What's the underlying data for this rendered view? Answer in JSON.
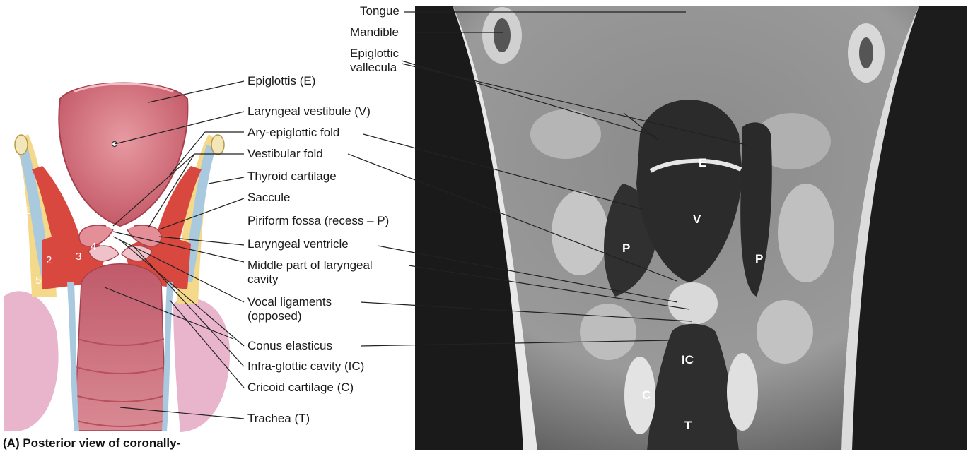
{
  "caption": "(A) Posterior view of coronally-",
  "labels": {
    "tongue": "Tongue",
    "mandible": "Mandible",
    "epiglottic_vallecula_1": "Epiglottic",
    "epiglottic_vallecula_2": "vallecula",
    "epiglottis": "Epiglottis (E)",
    "laryngeal_vestibule": "Laryngeal vestibule (V)",
    "ary_epiglottic_fold": "Ary-epiglottic fold",
    "vestibular_fold": "Vestibular fold",
    "thyroid_cartilage": "Thyroid cartilage",
    "saccule": "Saccule",
    "piriform_fossa": "Piriform fossa (recess – P)",
    "laryngeal_ventricle": "Laryngeal ventricle",
    "middle_part_1": "Middle part of laryngeal",
    "middle_part_2": "cavity",
    "vocal_ligaments_1": "Vocal ligaments",
    "vocal_ligaments_2": "(opposed)",
    "conus_elasticus": "Conus elasticus",
    "infra_glottic_cavity": "Infra-glottic cavity (IC)",
    "cricoid_cartilage": "Cricoid cartilage (C)",
    "trachea": "Trachea (T)"
  },
  "mri_letters": {
    "E": "E",
    "V": "V",
    "P_left": "P",
    "P_right": "P",
    "IC": "IC",
    "C": "C",
    "T": "T"
  },
  "drawing_numbers": {
    "n1": "1",
    "n2": "2",
    "n3": "3",
    "n4": "4",
    "n5": "5"
  }
}
